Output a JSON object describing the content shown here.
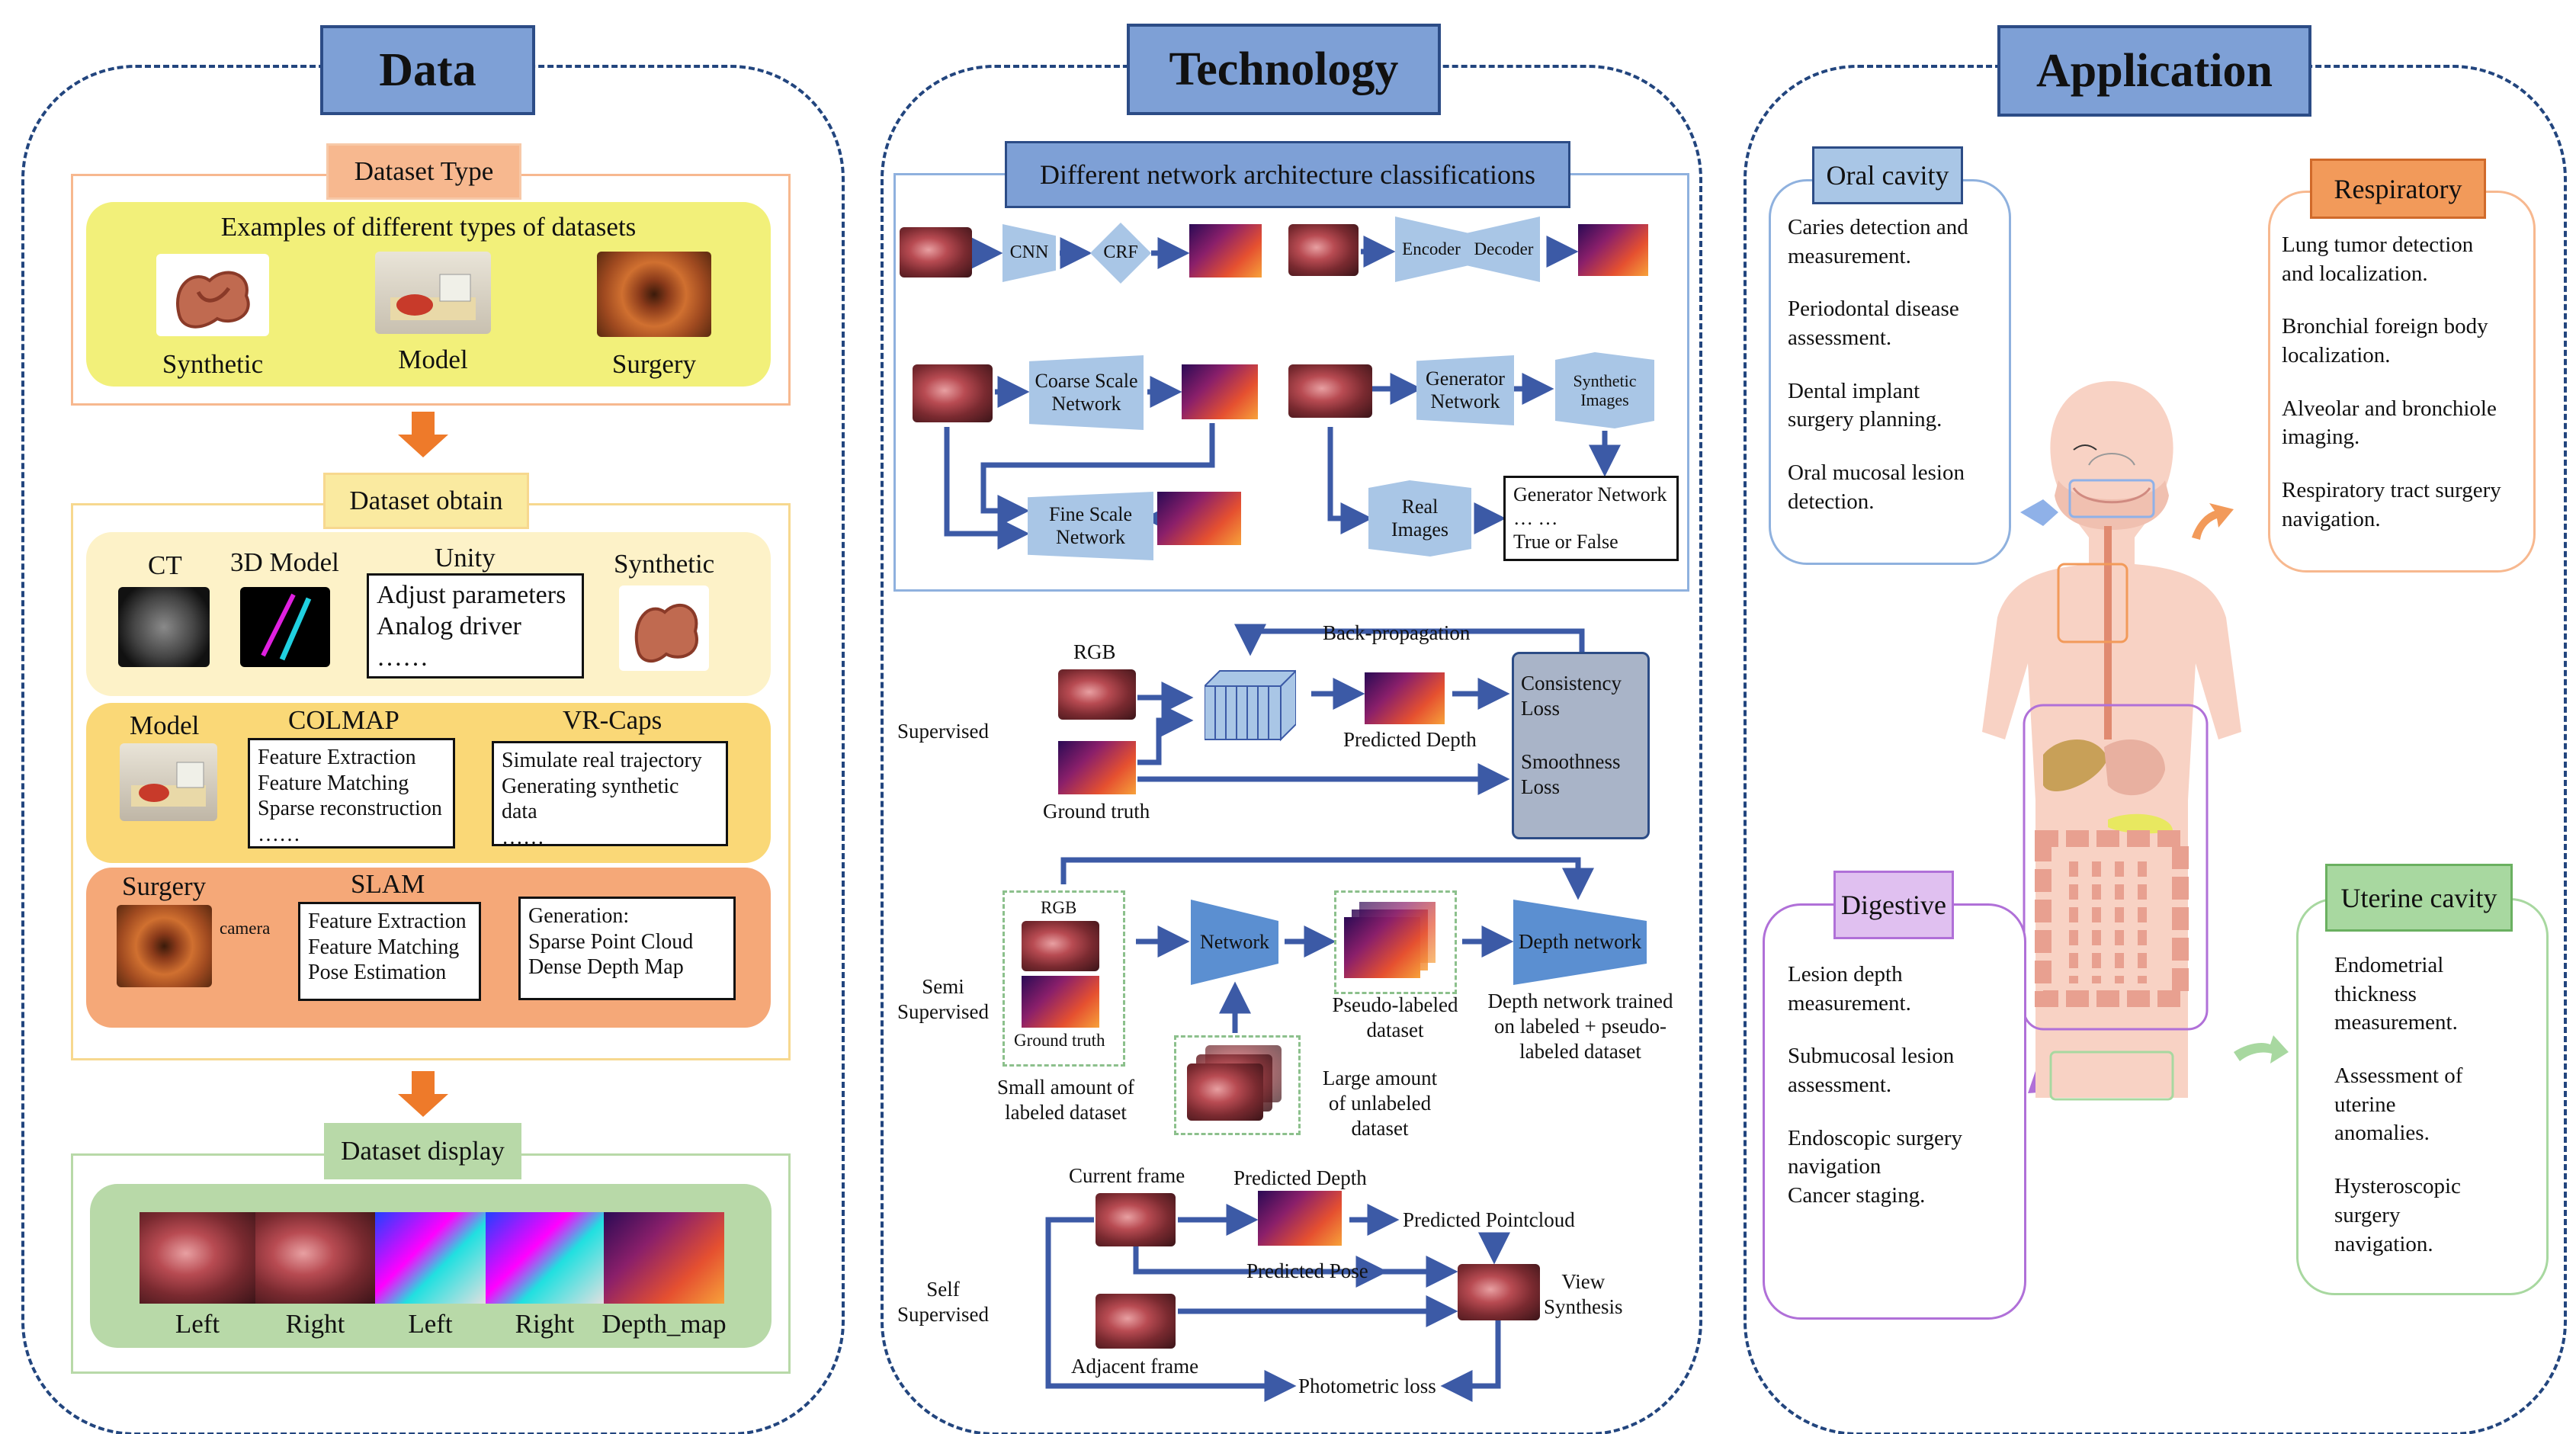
{
  "columns": {
    "data": "Data",
    "technology": "Technology",
    "application": "Application"
  },
  "data_col": {
    "dataset_type": "Dataset Type",
    "examples_title": "Examples of different types of datasets",
    "synthetic": "Synthetic",
    "model": "Model",
    "surgery": "Surgery",
    "dataset_obtain": "Dataset obtain",
    "ct": "CT",
    "model3d": "3D Model",
    "unity": "Unity",
    "unity_box": "Adjust parameters\nAnalog driver\n……",
    "synthetic2": "Synthetic",
    "model2": "Model",
    "colmap": "COLMAP",
    "colmap_box": "Feature Extraction\nFeature Matching\nSparse reconstruction\n……",
    "vrcaps": "VR-Caps",
    "vrcaps_box": "Simulate real trajectory\nGenerating synthetic data\n……",
    "surgery2": "Surgery",
    "camera": "camera",
    "slam": "SLAM",
    "slam_box": "Feature Extraction\nFeature Matching\nPose Estimation",
    "gen_box": "Generation:\n    Sparse Point Cloud\n    Dense Depth Map",
    "dataset_display": "Dataset display",
    "display_labels": [
      "Left",
      "Right",
      "Left",
      "Right",
      "Depth_map"
    ]
  },
  "tech": {
    "arch_title": "Different network architecture classifications",
    "cnn": "CNN",
    "crf": "CRF",
    "encoder": "Encoder",
    "decoder": "Decoder",
    "coarse": "Coarse Scale\nNetwork",
    "fine": "Fine Scale\nNetwork",
    "generator": "Generator\nNetwork",
    "synthetic_images": "Synthetic\nImages",
    "real_images": "Real\nImages",
    "gen_box": "Generator Network\n… …\nTrue or False",
    "supervised": "Supervised",
    "rgb": "RGB",
    "backprop": "Back-propagation",
    "predicted_depth": "Predicted Depth",
    "ground_truth": "Ground truth",
    "consistency": "Consistency\nLoss",
    "smoothness": "Smoothness\nLoss",
    "semi": "Semi\nSupervised",
    "rgb2": "RGB",
    "ground_truth2": "Ground truth",
    "small_labeled": "Small amount of\nlabeled dataset",
    "network": "Network",
    "pseudo": "Pseudo-labeled\ndataset",
    "large_unlabeled": "Large amount\nof unlabeled\ndataset",
    "depth_network": "Depth network",
    "depth_trained": "Depth network trained\non labeled + pseudo-\nlabeled dataset",
    "self": "Self\nSupervised",
    "current_frame": "Current frame",
    "predicted_depth2": "Predicted Depth",
    "predicted_pointcloud": "Predicted Pointcloud",
    "predicted_pose": "Predicted Pose",
    "view_synthesis": "View\nSynthesis",
    "adjacent_frame": "Adjacent frame",
    "photometric": "Photometric loss"
  },
  "app": {
    "oral": {
      "title": "Oral cavity",
      "items": [
        "Caries detection and\nmeasurement.",
        "Periodontal disease\nassessment.",
        "Dental implant\nsurgery planning.",
        "Oral mucosal lesion\ndetection."
      ]
    },
    "resp": {
      "title": "Respiratory",
      "items": [
        "Lung tumor detection\nand localization.",
        "Bronchial foreign body\nlocalization.",
        "Alveolar and bronchiole\nimaging.",
        "Respiratory tract surgery\nnavigation."
      ]
    },
    "digest": {
      "title": "Digestive",
      "items": [
        "Lesion depth\nmeasurement.",
        "Submucosal lesion\nassessment.",
        "Endoscopic surgery\nnavigation\nCancer staging."
      ]
    },
    "uterine": {
      "title": "Uterine cavity",
      "items": [
        "Endometrial\nthickness\nmeasurement.",
        "Assessment of\nuterine\nanomalies.",
        "Hysteroscopic\nsurgery\nnavigation."
      ]
    }
  },
  "colors": {
    "dark_blue": "#2c4c86",
    "arrow_blue": "#3c5aa6",
    "orange": "#f7b88f",
    "yellow": "#f2f07a",
    "green": "#b8d9a8"
  }
}
